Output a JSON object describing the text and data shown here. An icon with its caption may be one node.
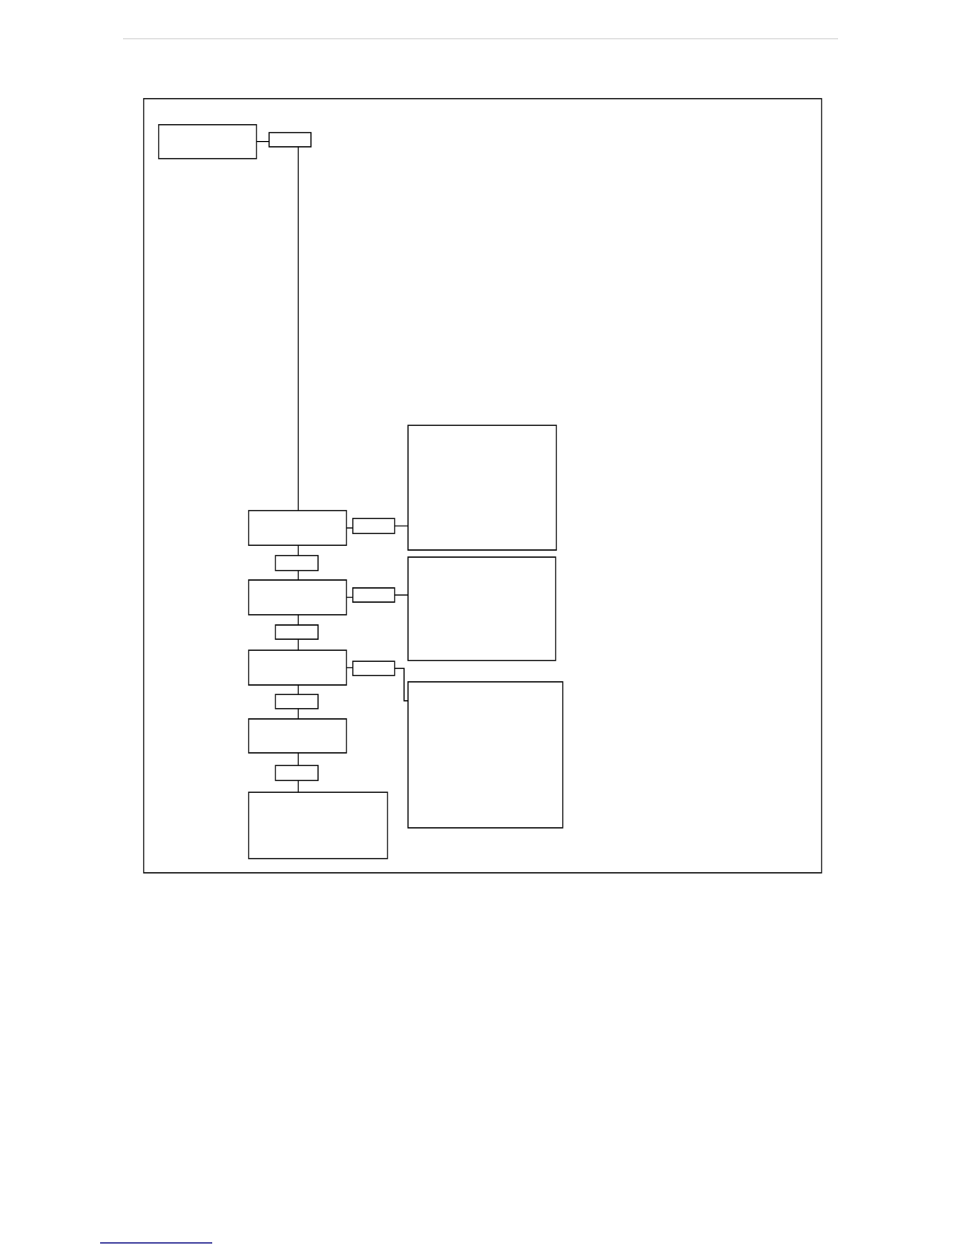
{
  "diagram": {
    "nodes": [
      {
        "text": [],
        "shape": "box"
      },
      {
        "text": [],
        "shape": "box"
      },
      {
        "text": [],
        "shape": "box"
      },
      {
        "text": [],
        "shape": "box"
      },
      {
        "text": [],
        "shape": "box"
      },
      {
        "text": [],
        "shape": "box"
      },
      {
        "text": [],
        "shape": "box"
      },
      {
        "text": [],
        "shape": "box"
      },
      {
        "text": [],
        "shape": "box"
      },
      {
        "text": [],
        "shape": "box"
      },
      {
        "text": [],
        "shape": "box"
      },
      {
        "text": [],
        "shape": "box"
      },
      {
        "text": [],
        "shape": "box"
      },
      {
        "text": [],
        "shape": "box"
      },
      {
        "text": [],
        "shape": "box"
      },
      {
        "text": [],
        "shape": "box"
      },
      {
        "text": [],
        "shape": "box"
      }
    ],
    "edges": [
      {
        "from": 0,
        "to": 1,
        "arrow": "none"
      },
      {
        "from": 1,
        "to": 2,
        "arrow": "none"
      },
      {
        "from": 2,
        "to": 3,
        "arrow": "none"
      },
      {
        "from": 3,
        "to": 4,
        "arrow": "none"
      },
      {
        "from": 2,
        "to": 5,
        "arrow": "none"
      },
      {
        "from": 5,
        "to": 6,
        "arrow": "none"
      },
      {
        "from": 6,
        "to": 7,
        "arrow": "none"
      },
      {
        "from": 7,
        "to": 8,
        "arrow": "none"
      },
      {
        "from": 6,
        "to": 9,
        "arrow": "none"
      },
      {
        "from": 9,
        "to": 10,
        "arrow": "none"
      },
      {
        "from": 10,
        "to": 11,
        "arrow": "none"
      },
      {
        "from": 11,
        "to": 12,
        "arrow": "none"
      },
      {
        "from": 10,
        "to": 13,
        "arrow": "none"
      },
      {
        "from": 13,
        "to": 14,
        "arrow": "none"
      },
      {
        "from": 14,
        "to": 15,
        "arrow": "none"
      },
      {
        "from": 15,
        "to": 16,
        "arrow": "none"
      }
    ]
  }
}
